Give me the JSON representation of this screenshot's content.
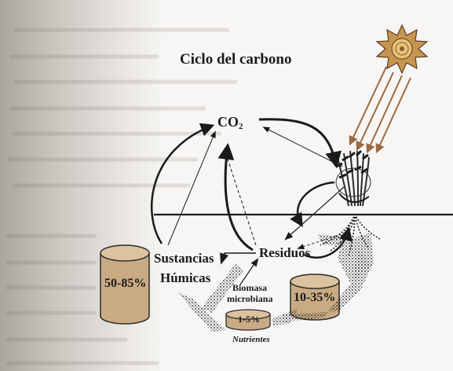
{
  "diagram": {
    "title": "Ciclo del carbono",
    "co2": {
      "main": "CO",
      "sub": "2"
    },
    "nodes": {
      "residuos": "Residuos",
      "sustancias_line1": "Sustancias",
      "sustancias_line2": "Húmicas",
      "biomasa_line1": "Biomasa",
      "biomasa_line2": "microbiana",
      "nutrientes": "Nutrientes"
    },
    "pools": {
      "humic_percent": "50-85%",
      "residue_percent": "10-35%",
      "microbial_percent": "1-5%"
    }
  },
  "colors": {
    "ink": "#1a1a1a",
    "cylinder_fill": "#c9ab83",
    "cylinder_top": "#dcc39f",
    "sun_core": "#e9c27a",
    "sun_ray": "#a9743f",
    "arrow_brown": "#9a6a45"
  },
  "icons": {
    "sun": "sun-icon",
    "plant": "grass-plant-icon"
  }
}
